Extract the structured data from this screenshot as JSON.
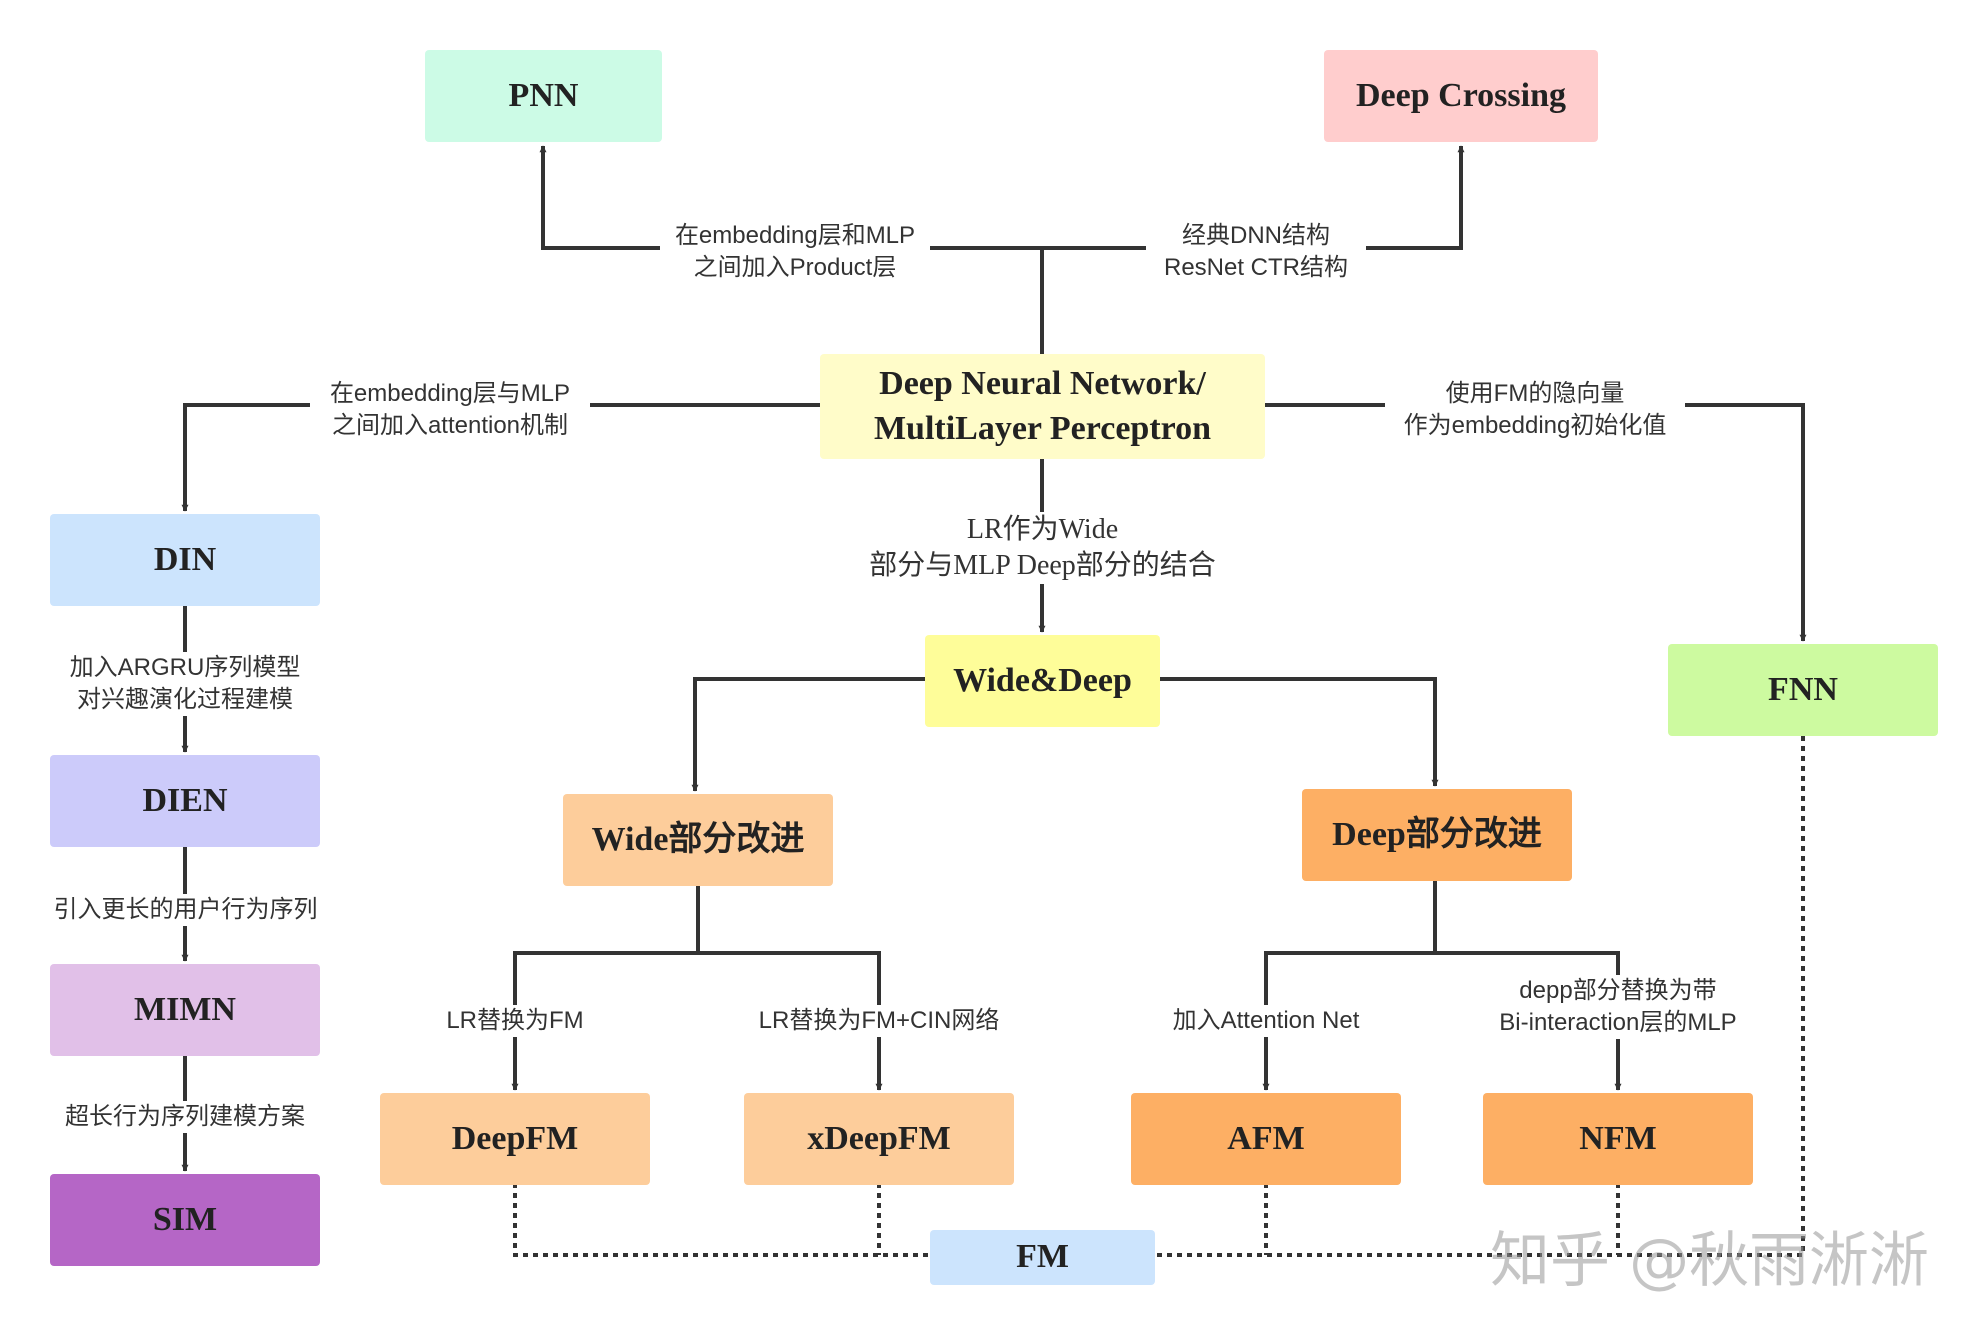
{
  "nodes": {
    "pnn": {
      "label": "PNN",
      "color": "#ccfbe6"
    },
    "deep_crossing": {
      "label": "Deep Crossing",
      "color": "#ffcdcd"
    },
    "dnn": {
      "label_line1": "Deep Neural Network/",
      "label_line2": "MultiLayer Perceptron",
      "color": "#fffcc9"
    },
    "din": {
      "label": "DIN",
      "color": "#cce4fd"
    },
    "dien": {
      "label": "DIEN",
      "color": "#cccbfa"
    },
    "mimn": {
      "label": "MIMN",
      "color": "#e1c0e8"
    },
    "sim": {
      "label": "SIM",
      "color": "#b566c6"
    },
    "wide_deep": {
      "label": "Wide&Deep",
      "color": "#fefd99"
    },
    "fnn": {
      "label": "FNN",
      "color": "#cdfaa0"
    },
    "wide_improve": {
      "label": "Wide部分改进",
      "color": "#fdcd9b"
    },
    "deep_improve": {
      "label": "Deep部分改进",
      "color": "#fdaf64"
    },
    "deepfm": {
      "label": "DeepFM",
      "color": "#fdcd9b"
    },
    "xdeepfm": {
      "label": "xDeepFM",
      "color": "#fdcd9b"
    },
    "afm": {
      "label": "AFM",
      "color": "#fdaf64"
    },
    "nfm": {
      "label": "NFM",
      "color": "#fdaf64"
    },
    "fm": {
      "label": "FM",
      "color": "#cce4fd"
    }
  },
  "edges": {
    "to_pnn": {
      "line1": "在embedding层和MLP",
      "line2": "之间加入Product层"
    },
    "to_deep_crossing": {
      "line1": "经典DNN结构",
      "line2": "ResNet CTR结构"
    },
    "to_din": {
      "line1": "在embedding层与MLP",
      "line2": "之间加入attention机制"
    },
    "to_fnn": {
      "line1": "使用FM的隐向量",
      "line2": "作为embedding初始化值"
    },
    "to_wide_deep": {
      "line1": "LR作为Wide",
      "line2": "部分与MLP Deep部分的结合"
    },
    "to_dien": {
      "line1": "加入ARGRU序列模型",
      "line2": "对兴趣演化过程建模"
    },
    "to_mimn": {
      "line1": "引入更长的用户行为序列"
    },
    "to_sim": {
      "line1": "超长行为序列建模方案"
    },
    "to_deepfm": {
      "line1": "LR替换为FM"
    },
    "to_xdeepfm": {
      "line1": "LR替换为FM+CIN网络"
    },
    "to_afm": {
      "line1": "加入Attention Net"
    },
    "to_nfm": {
      "line1": "depp部分替换为带",
      "line2": "Bi-interaction层的MLP"
    }
  },
  "watermark": "知乎 @秋雨淅淅",
  "line_color": "#333333"
}
